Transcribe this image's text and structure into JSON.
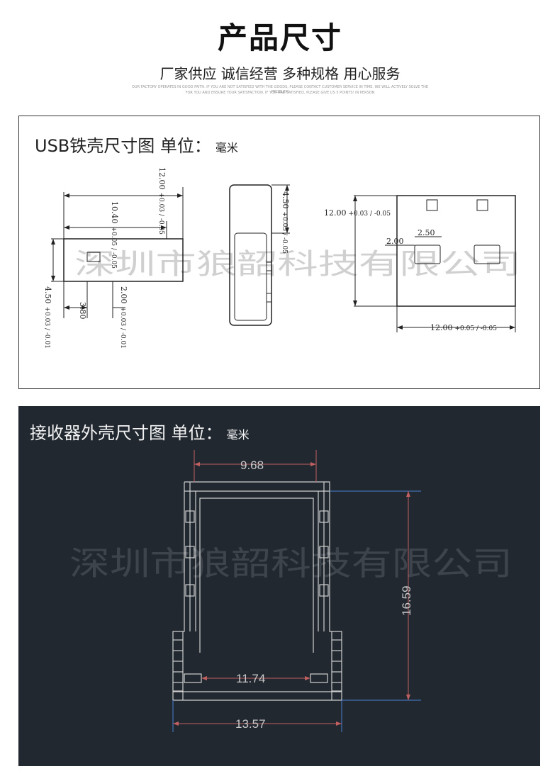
{
  "header": {
    "title": "产品尺寸",
    "subtitle": "厂家供应 诚信经营 多种规格 用心服务",
    "fineprint_line1": "OUR FACTORY OPERATES IN GOOD FAITH. IF YOU ARE NOT SATISFIED WITH THE GOODS, PLEASE CONTACT CUSTOMER SERVICE IN TIME. WE WILL ACTIVELY SOLVE THE PROBLEM",
    "fineprint_line2": "FOR YOU AND ENSURE YOUR SATISFACTION. IF YOU ARE SATISFIED, PLEASE GIVE US 5 POINTS! IN PERSON"
  },
  "panel1": {
    "title": "USB铁壳尺寸图 单位：",
    "unit": "毫米",
    "watermark": "深圳市狼韶科技有限公司",
    "dims": {
      "len_total": "12.00",
      "len_total_tol": "+0.03 / -0.05",
      "len_inner": "10.40",
      "len_inner_tol": "+0.05 / -0.05",
      "height": "4.50",
      "height_tol": "+0.03 / -0.01",
      "slot_offset": "3.80",
      "slot_width": "2.00",
      "slot_width_tol": "+0.03 / -0.01",
      "end_height": "4.50",
      "end_height_tol": "+0.05 / -0.05",
      "face_height": "12.00",
      "face_height_tol": "+0.03 / -0.05",
      "face_width": "12.00",
      "face_width_tol": "+0.05 / -0.05",
      "hole_dx": "2.50",
      "hole_dy": "2.00"
    }
  },
  "panel2": {
    "title": "接收器外壳尺寸图 单位：",
    "unit": "毫米",
    "watermark": "深圳市狼韶科技有限公司",
    "dims": {
      "top_width": "9.68",
      "height": "16.59",
      "inner_width": "11.74",
      "bottom_width": "13.57"
    }
  }
}
